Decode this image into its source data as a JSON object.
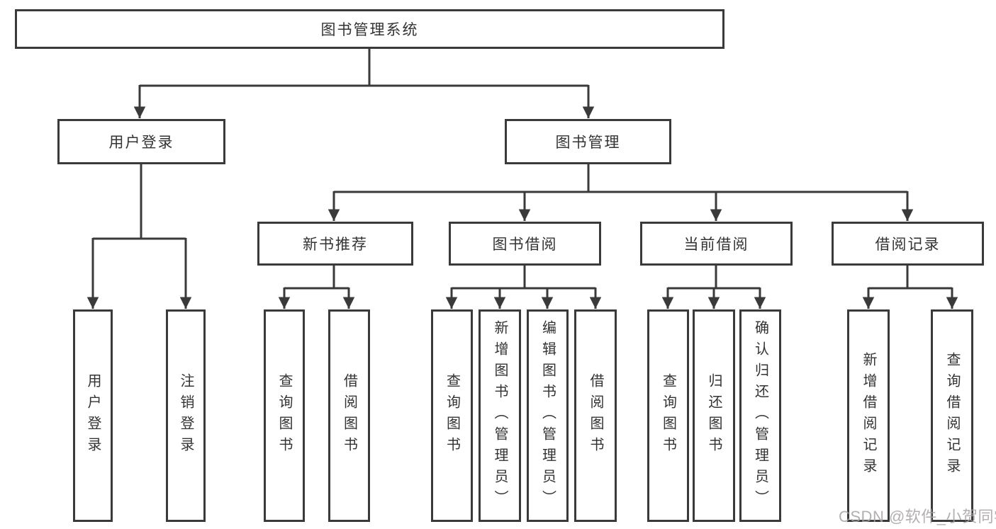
{
  "diagram": {
    "type": "hierarchy-tree",
    "root": {
      "label": "图书管理系统"
    },
    "branches": [
      {
        "label": "用户登录",
        "children": [
          {
            "label": "用户登录"
          },
          {
            "label": "注销登录"
          }
        ]
      },
      {
        "label": "图书管理",
        "children": [
          {
            "label": "新书推荐",
            "children": [
              {
                "label": "查询图书"
              },
              {
                "label": "借阅图书"
              }
            ]
          },
          {
            "label": "图书借阅",
            "children": [
              {
                "label": "查询图书"
              },
              {
                "label": "新增图书（管理员）"
              },
              {
                "label": "编辑图书（管理员）"
              },
              {
                "label": "借阅图书"
              }
            ]
          },
          {
            "label": "当前借阅",
            "children": [
              {
                "label": "查询图书"
              },
              {
                "label": "归还图书"
              },
              {
                "label": "确认归还（管理员）"
              }
            ]
          },
          {
            "label": "借阅记录",
            "children": [
              {
                "label": "新增借阅记录"
              },
              {
                "label": "查询借阅记录"
              }
            ]
          }
        ]
      }
    ]
  },
  "watermark": {
    "text": "CSDN @软件_小贺同学"
  },
  "colors": {
    "line": "#3a3a3a",
    "text": "#333333",
    "background": "#ffffff",
    "watermark": "#a6a2a2"
  }
}
